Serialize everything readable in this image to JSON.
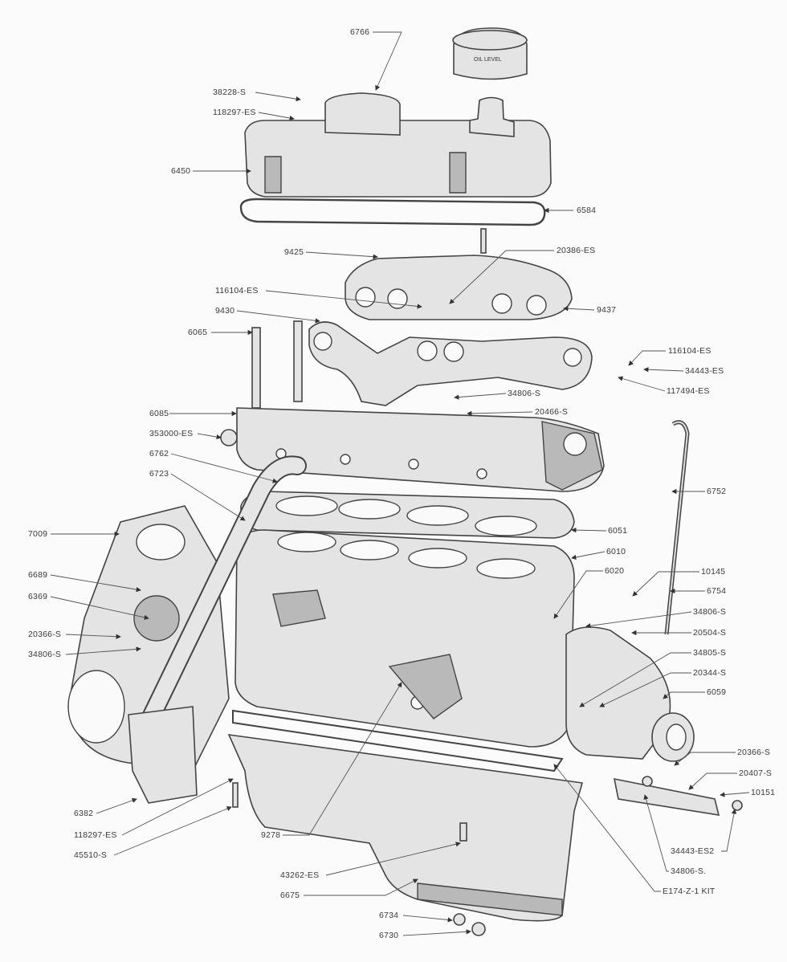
{
  "diagram": {
    "title": "Engine exploded view parts diagram",
    "oil_cap_text": "OIL LEVEL",
    "labels": [
      "6766",
      "38228-S",
      "118297-ES",
      "6450",
      "6584",
      "9425",
      "20386-ES",
      "116104-ES",
      "9437",
      "9430",
      "6065",
      "116104-ES",
      "34443-ES",
      "117494-ES",
      "34806-S",
      "20466-S",
      "6085",
      "353000-ES",
      "6762",
      "6723",
      "6752",
      "6051",
      "7009",
      "6010",
      "6689",
      "6020",
      "10145",
      "6369",
      "6754",
      "20366-S",
      "34806-S",
      "20504-S",
      "34806-S",
      "34805-S",
      "20344-S",
      "6059",
      "20366-S",
      "20407-S",
      "10151",
      "6382",
      "118297-ES",
      "45510-S",
      "9278",
      "34443-ES2",
      "34806-S.",
      "43262-ES",
      "E174-Z-1 KIT",
      "6675",
      "6734",
      "6730"
    ]
  }
}
